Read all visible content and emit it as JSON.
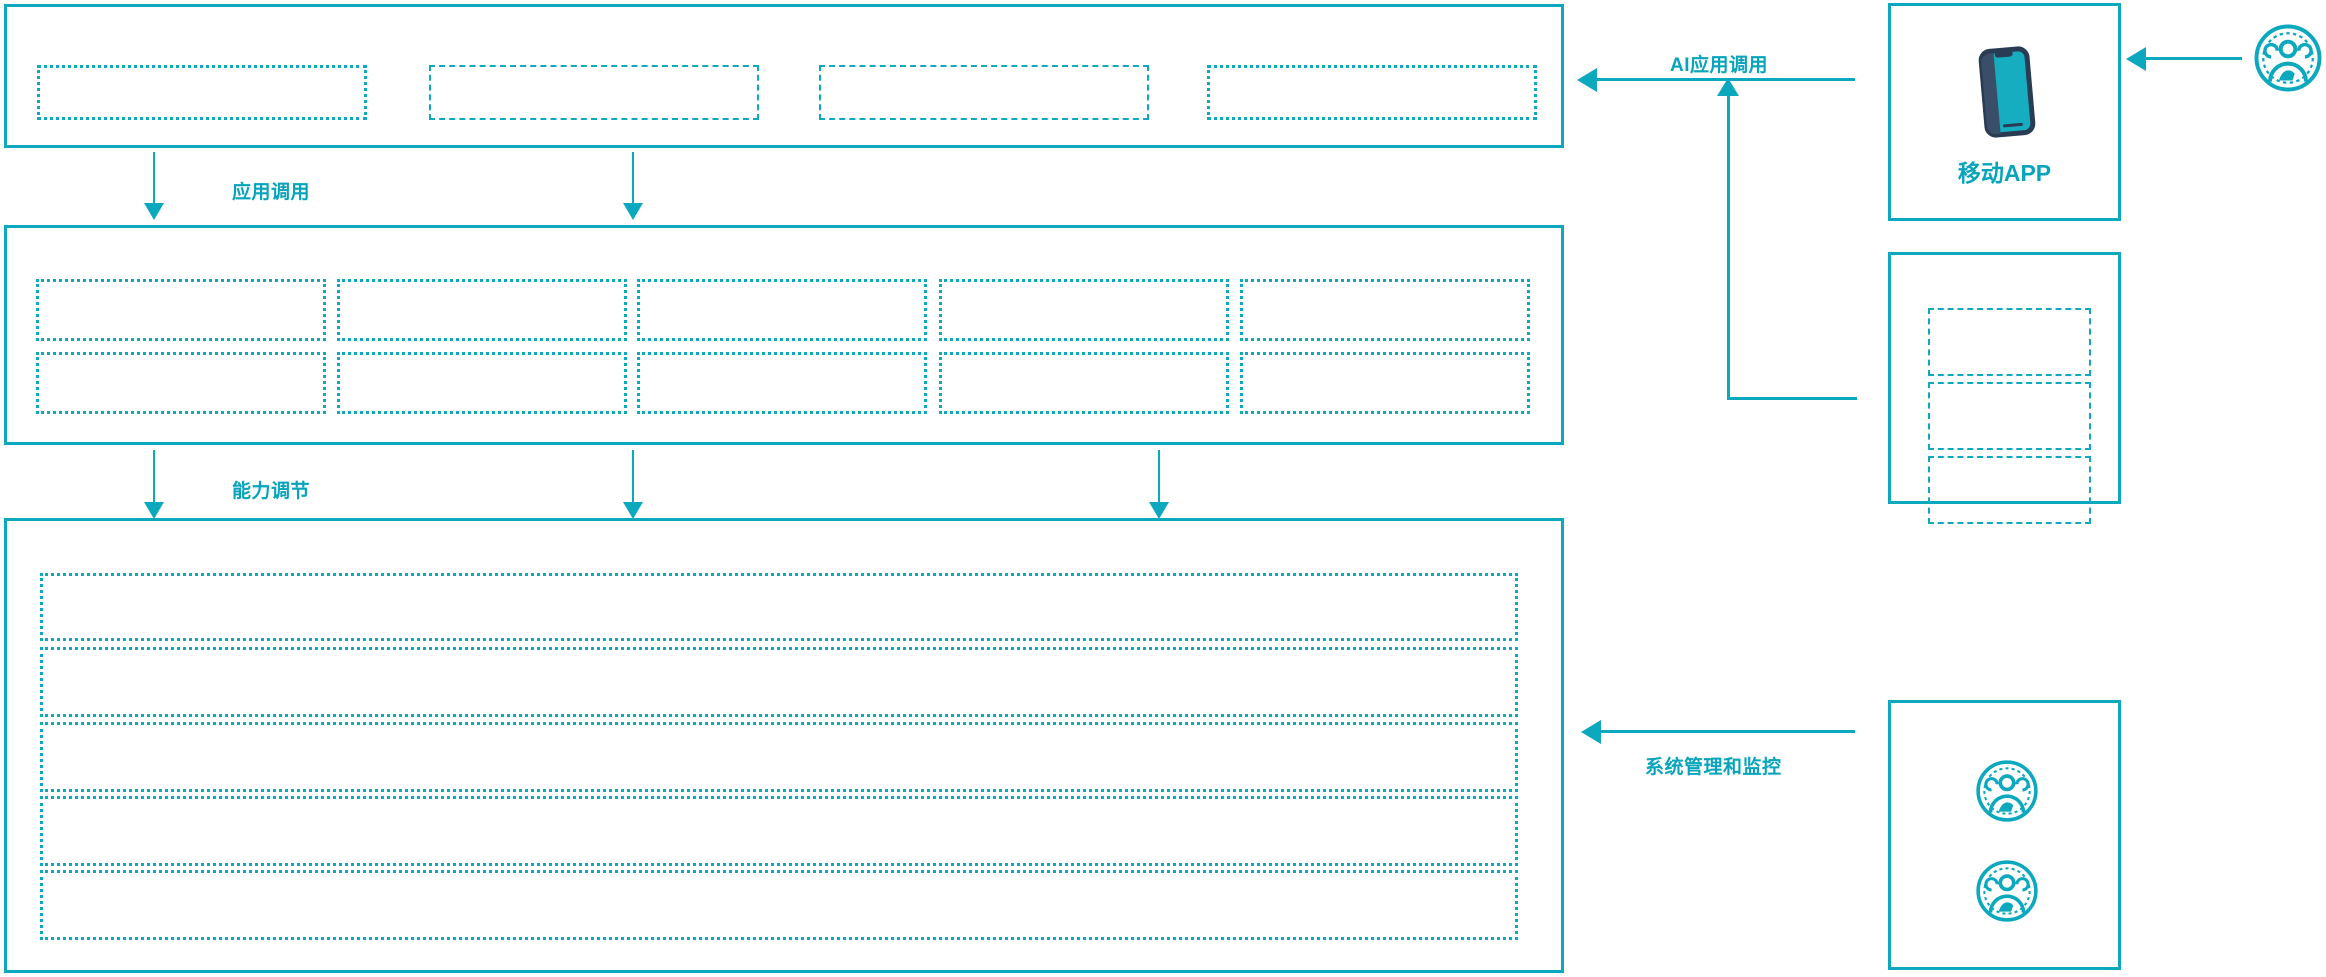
{
  "theme": {
    "accent": "#0CA8BE",
    "accent_dark": "#07A4BC",
    "phone_body": "#2A3B54",
    "phone_screen": "#17ADC1",
    "background": "#FFFFFF"
  },
  "arrows": {
    "app_call_label": "应用调用",
    "capability_label": "能力调节",
    "ai_app_call_label": "AI应用调用",
    "system_admin_label": "系统管理和监控"
  },
  "layers": {
    "application_layer": {
      "name": "application-layer",
      "boxes": [
        {
          "label": ""
        },
        {
          "label": ""
        },
        {
          "label": ""
        },
        {
          "label": ""
        }
      ]
    },
    "capability_layer": {
      "name": "capability-layer",
      "columns": 5,
      "rows": 2,
      "boxes": [
        {
          "label": ""
        },
        {
          "label": ""
        },
        {
          "label": ""
        },
        {
          "label": ""
        },
        {
          "label": ""
        },
        {
          "label": ""
        },
        {
          "label": ""
        },
        {
          "label": ""
        },
        {
          "label": ""
        },
        {
          "label": ""
        }
      ]
    },
    "infrastructure_layer": {
      "name": "infrastructure-layer",
      "bars": [
        {
          "label": ""
        },
        {
          "label": ""
        },
        {
          "label": ""
        },
        {
          "label": ""
        },
        {
          "label": ""
        }
      ]
    }
  },
  "right_column": {
    "mobile_app_card": {
      "caption": "移动APP",
      "icon": "smartphone-icon"
    },
    "channel_card": {
      "name": "channel-card",
      "boxes": [
        {
          "label": ""
        },
        {
          "label": ""
        },
        {
          "label": ""
        }
      ]
    },
    "operations_card": {
      "name": "operations-card",
      "icons": [
        "user-group-icon",
        "user-group-icon"
      ]
    },
    "end_user": {
      "icon": "user-group-icon"
    }
  }
}
